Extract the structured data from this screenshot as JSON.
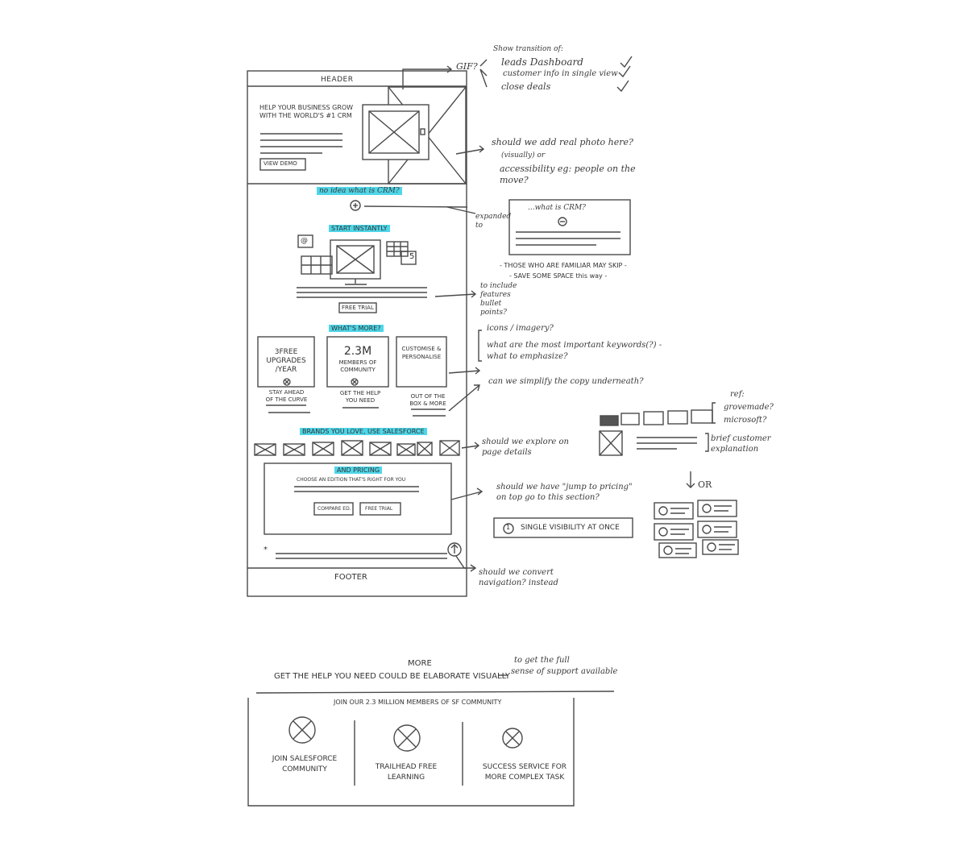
{
  "wireframe": {
    "header": "HEADER",
    "hero_title_line1": "HELP YOUR BUSINESS GROW",
    "hero_title_line2": "WITH THE WORLD'S #1 CRM",
    "view_demo": "VIEW DEMO",
    "what_is_crm": "no idea what is CRM?",
    "start_instantly": "START INSTANTLY",
    "free_trial": "FREE TRIAL",
    "whats_more": "WHAT'S MORE?",
    "card1_title": "3FREE UPGRADES /YEAR",
    "card1_caption": "STAY AHEAD OF THE CURVE",
    "card2_title": "2.3M",
    "card2_subtitle": "MEMBERS OF COMMUNITY",
    "card2_caption": "GET THE HELP YOU NEED",
    "card3_title": "CUSTOMISE & PERSONALISE",
    "card3_caption": "OUT OF THE BOX & MORE",
    "brands": "BRANDS YOU LOVE, USE SALESFORCE",
    "pricing": "AND PRICING",
    "pricing_sub": "CHOOSE AN EDITION THAT'S RIGHT FOR YOU",
    "compare_btn": "COMPARE ED.",
    "free_trial2": "FREE TRIAL",
    "footer": "FOOTER"
  },
  "notes": {
    "gif": "GIF?",
    "show_transition": "Show transition of:",
    "t1": "leads Dashboard",
    "t2": "customer info in single view",
    "t3": "close deals",
    "real_photo": "should we add real photo here?",
    "visually": "(visually) or",
    "accessibility": "accessibility eg: people on the move?",
    "expanded_to": "expanded to",
    "expanded_title": "...what is CRM?",
    "familiar": "- THOSE WHO ARE FAMILIAR MAY SKIP -",
    "save_space": "- SAVE SOME SPACE this way -",
    "features": "to include features bullet points?",
    "icons": "icons / imagery?",
    "keywords": "what are the most important keywords(?) - what to emphasize?",
    "simplify": "can we simplify the copy underneath?",
    "explore": "should we explore on page details",
    "ref": "ref:",
    "grovemade": "grovemade?",
    "microsoft": "microsoft?",
    "brief": "brief customer explanation",
    "or": "OR",
    "jump_pricing": "should we have \"jump to pricing\" on top go to this section?",
    "single_visibility": "SINGLE VISIBILITY AT ONCE",
    "single_visibility_num": "1",
    "convert_nav": "should we convert navigation? instead",
    "more": "MORE",
    "elaborate": "GET THE HELP YOU NEED COULD BE ELABORATE VISUALLY",
    "full_sense_1": "to get the full",
    "full_sense_2": "sense of support available",
    "join": "JOIN OUR 2.3 MILLION MEMBERS OF SF COMMUNITY",
    "col1": "JOIN SALESFORCE COMMUNITY",
    "col2": "TRAILHEAD FREE LEARNING",
    "col3": "SUCCESS SERVICE FOR MORE COMPLEX TASK"
  }
}
